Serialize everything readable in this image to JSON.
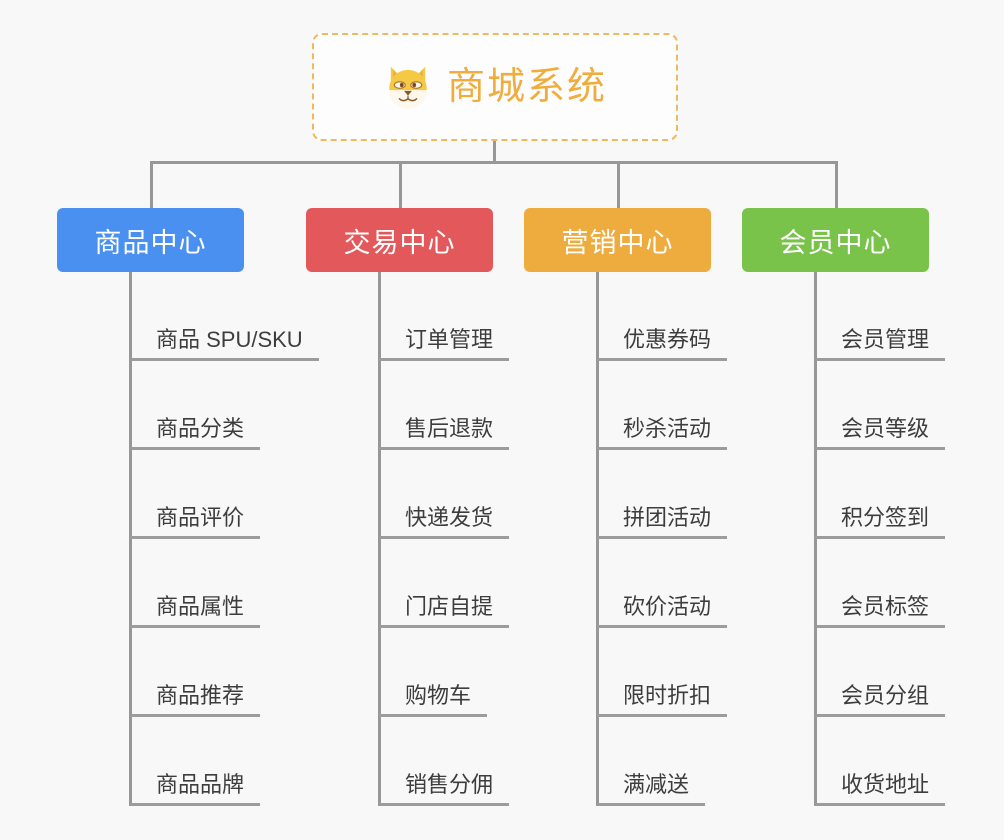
{
  "background_color": "#f8f8f8",
  "root": {
    "title": "商城系统",
    "icon": "shiba-dog-face-icon",
    "border_color": "#f0b95c",
    "text_color": "#f0ad3e"
  },
  "branches": [
    {
      "id": "product-center",
      "label": "商品中心",
      "color": "#4a90f0",
      "items": [
        "商品 SPU/SKU",
        "商品分类",
        "商品评价",
        "商品属性",
        "商品推荐",
        "商品品牌"
      ]
    },
    {
      "id": "trade-center",
      "label": "交易中心",
      "color": "#e3595b",
      "items": [
        "订单管理",
        "售后退款",
        "快递发货",
        "门店自提",
        "购物车",
        "销售分佣"
      ]
    },
    {
      "id": "marketing-center",
      "label": "营销中心",
      "color": "#eeab3e",
      "items": [
        "优惠券码",
        "秒杀活动",
        "拼团活动",
        "砍价活动",
        "限时折扣",
        "满减送"
      ]
    },
    {
      "id": "member-center",
      "label": "会员中心",
      "color": "#7ac34a",
      "items": [
        "会员管理",
        "会员等级",
        "积分签到",
        "会员标签",
        "会员分组",
        "收货地址"
      ]
    }
  ]
}
